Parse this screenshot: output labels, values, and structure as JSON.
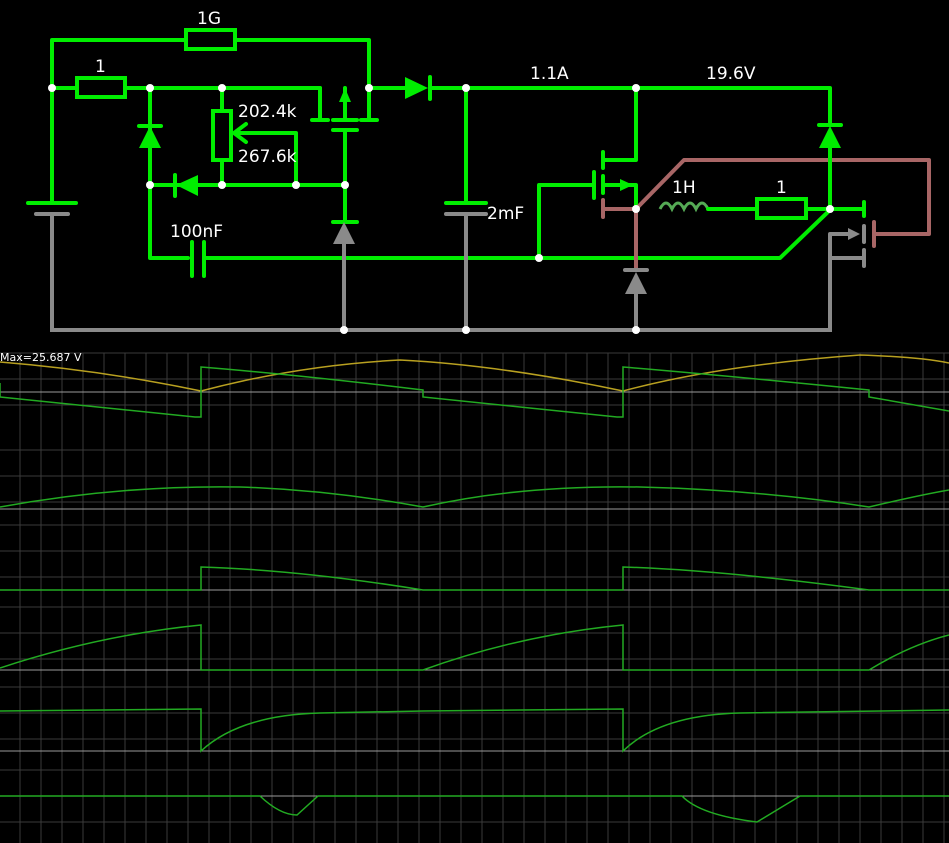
{
  "circuit": {
    "labels": {
      "r_top": "1G",
      "r_left": "1",
      "pot_value": "202.4k",
      "pot_other": "267.6k",
      "cap_small": "100nF",
      "cap_big": "2mF",
      "current": "1.1A",
      "voltage": "19.6V",
      "inductor": "1H",
      "r_load": "1"
    }
  },
  "scope": {
    "max_label": "Max=25.687 V",
    "colors": {
      "trace": "#22aa22",
      "trace_yellow": "#b8a020",
      "grid": "#3a3a3a",
      "axis": "#9a9a9a"
    }
  }
}
